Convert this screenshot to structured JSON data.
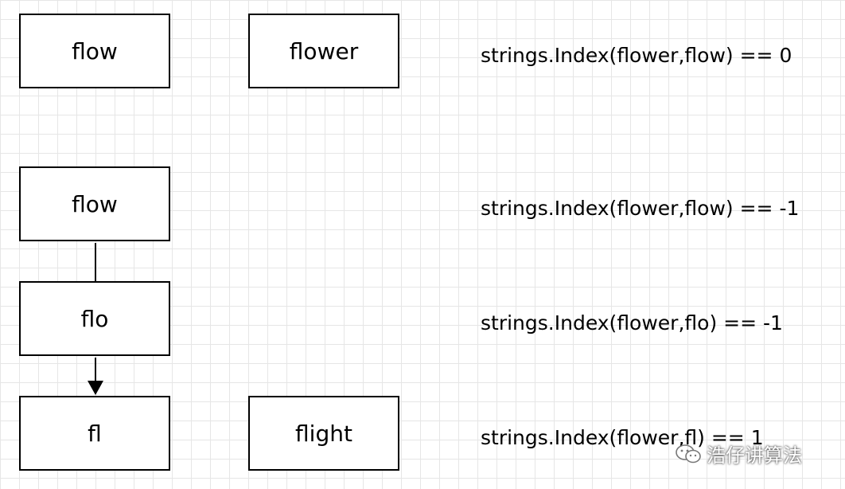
{
  "boxes": {
    "row1_left": "flow",
    "row1_right": "flower",
    "row2": "flow",
    "row3": "flo",
    "row4_left": "fl",
    "row4_right": "flight"
  },
  "expressions": [
    "strings.Index(flower,flow) == 0",
    "strings.Index(flower,flow) == -1",
    "strings.Index(flower,flo) == -1",
    "strings.Index(flower,fl) == 1"
  ],
  "watermark": {
    "text": "浩仔讲算法",
    "icon": "wechat-icon"
  }
}
